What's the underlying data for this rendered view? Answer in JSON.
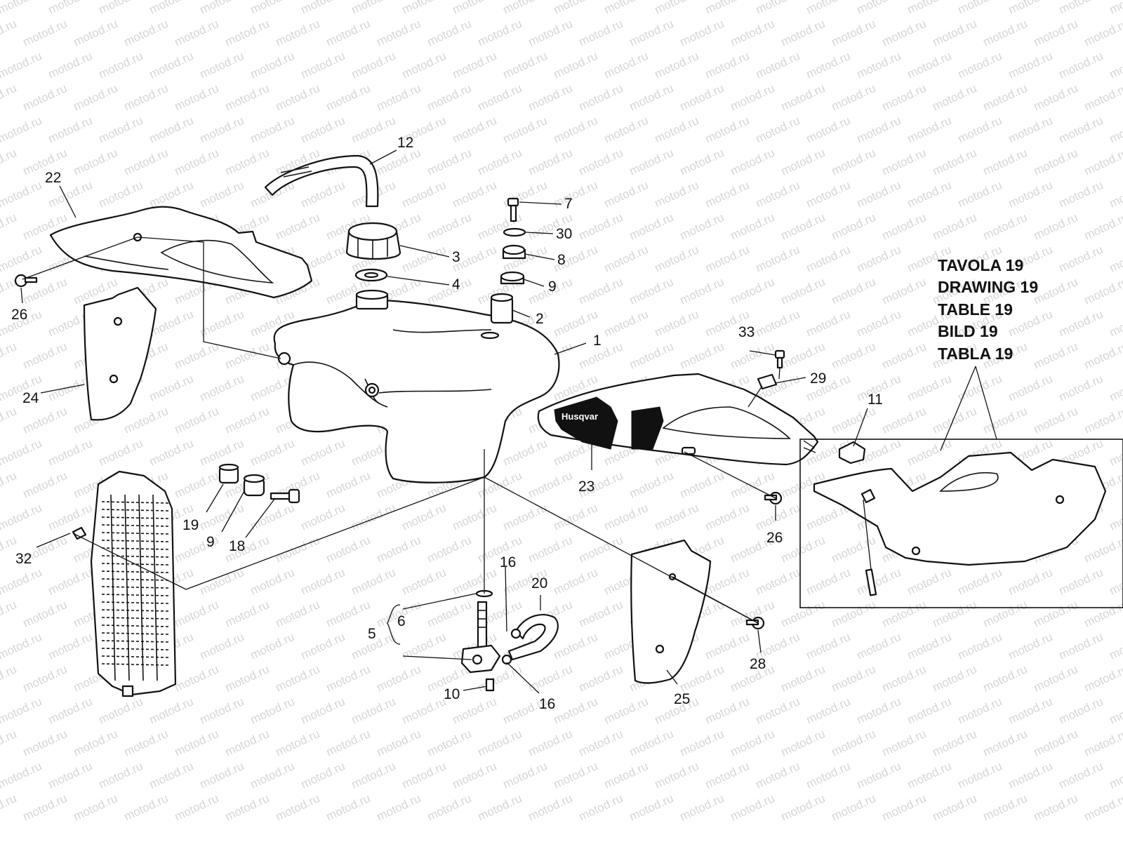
{
  "watermark": "motod.ru",
  "table_refs": [
    "TAVOLA 19",
    "DRAWING 19",
    "TABLE 19",
    "BILD 19",
    "TABLA 19"
  ],
  "brand_text": "Husqvar",
  "callouts": {
    "c1": "1",
    "c2": "2",
    "c3": "3",
    "c4": "4",
    "c5": "5",
    "c6": "6",
    "c7": "7",
    "c8": "8",
    "c9a": "9",
    "c9b": "9",
    "c10": "10",
    "c11": "11",
    "c12": "12",
    "c16a": "16",
    "c16b": "16",
    "c18": "18",
    "c19": "19",
    "c20": "20",
    "c22": "22",
    "c23": "23",
    "c24": "24",
    "c25": "25",
    "c26a": "26",
    "c26b": "26",
    "c28": "28",
    "c29": "29",
    "c30": "30",
    "c32": "32",
    "c33": "33"
  }
}
